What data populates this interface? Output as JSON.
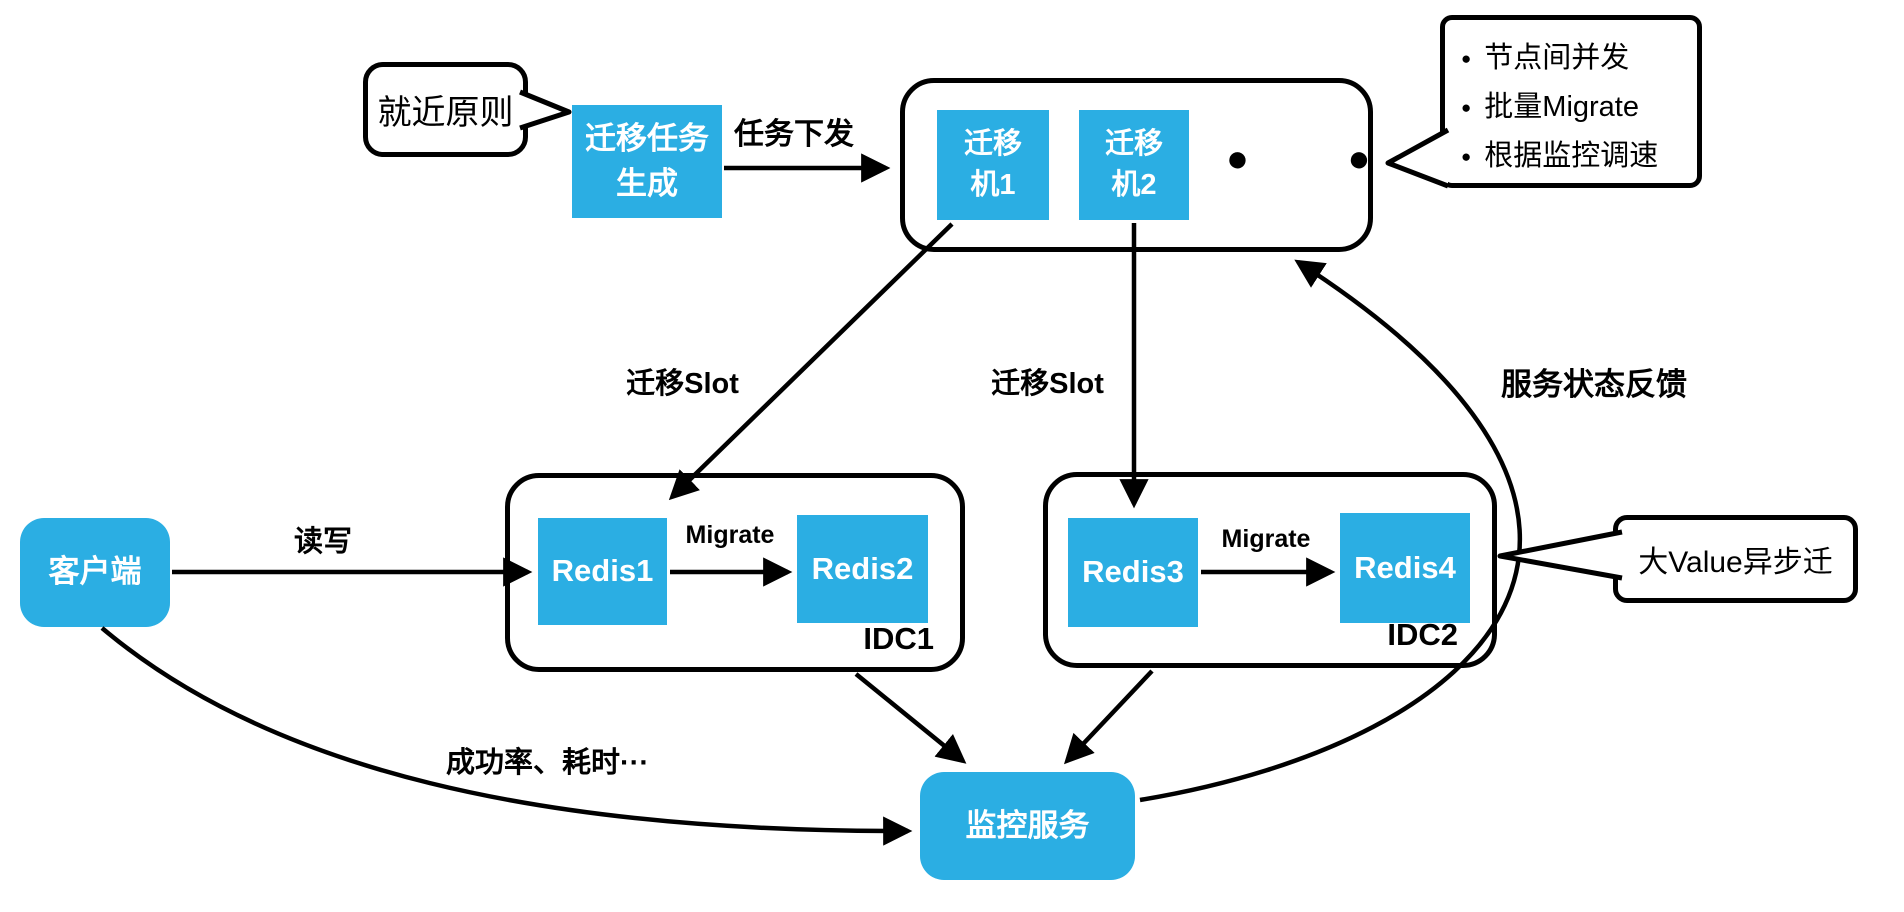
{
  "diagram": {
    "nodes": {
      "proximity": "就近原则",
      "task_gen_lines": [
        "迁移任务",
        "生成"
      ],
      "migrator1_lines": [
        "迁移",
        "机1"
      ],
      "migrator2_lines": [
        "迁移",
        "机2"
      ],
      "more_machines": "● ●",
      "bullet_items": [
        "节点间并发",
        "批量Migrate",
        "根据监控调速"
      ],
      "redis1": "Redis1",
      "redis2": "Redis2",
      "redis3": "Redis3",
      "redis4": "Redis4",
      "idc1": "IDC1",
      "idc2": "IDC2",
      "client": "客户端",
      "monitor": "监控服务",
      "big_value": "大Value异步迁"
    },
    "edge_labels": {
      "task_dispatch": "任务下发",
      "migrate_slot_left": "迁移Slot",
      "migrate_slot_right": "迁移Slot",
      "migrate_left": "Migrate",
      "migrate_right": "Migrate",
      "read_write": "读写",
      "metrics": "成功率、耗时···",
      "feedback": "服务状态反馈"
    },
    "colors": {
      "node_blue": "#2BAEE3",
      "line_black": "#000000",
      "background": "#FFFFFF"
    }
  }
}
